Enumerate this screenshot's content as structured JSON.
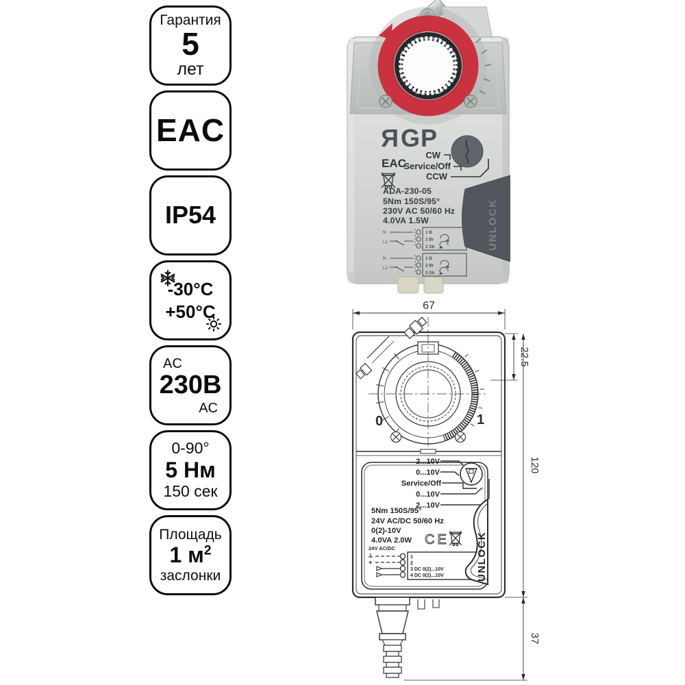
{
  "badges": [
    {
      "top": "Гарантия",
      "main": "5",
      "bottom": "лет"
    },
    {
      "main": "EAC"
    },
    {
      "main": "IP54"
    },
    {
      "line1": "-30°C",
      "line2": "+50°C"
    },
    {
      "top": "AC",
      "main": "230В",
      "bottom": "AC"
    },
    {
      "top": "0-90°",
      "main": "5 Нм",
      "bottom": "150 сек"
    },
    {
      "top": "Площадь",
      "main": "1 м",
      "sup": "2",
      "bottom": "заслонки"
    }
  ],
  "photo": {
    "brand_r": "R",
    "brand_gp": "GP",
    "eac_mark": "EAC",
    "switch": {
      "cw": "CW",
      "service": "Service/Off",
      "ccw": "CCW"
    },
    "label": {
      "model": "ADA-230-05",
      "torque": "5Nm 150S/95°",
      "power": "230V AC 50/60 Hz",
      "consumption": "4.0VA 1.5W"
    },
    "wiring": {
      "n": "N",
      "l1": "L1",
      "t1": "1 B",
      "t2": "2 Br",
      "t3": "3 Sb"
    },
    "unlock": "UNLOCK"
  },
  "drawing": {
    "dims": {
      "width": "67",
      "head": "22.5",
      "height": "120",
      "connector": "37"
    },
    "scale": {
      "zero": "0",
      "one": "1"
    },
    "dial_labels": {
      "l1": "2...10V",
      "l2": "0...10V",
      "l3": "Service/Off",
      "l4": "0...10V",
      "l5": "2...10V"
    },
    "label": {
      "torque": "5Nm  150S/95°",
      "power": "24V AC/DC  50/60 Hz",
      "signal": "0(2)-10V",
      "consumption": "4.0VA  2.0W"
    },
    "ce": "CE",
    "wiring": {
      "title": "24V AC/DC",
      "t1": "1",
      "t2": "2",
      "t3": "3  DC 0(2)...10V",
      "t4": "4  DC 0(2)...10V"
    },
    "unlock": "UNLOCK"
  },
  "colors": {
    "accent_red": "#c9323e",
    "housing": "#d5d7d5",
    "dark": "#53575d",
    "line": "#2b2e30"
  }
}
